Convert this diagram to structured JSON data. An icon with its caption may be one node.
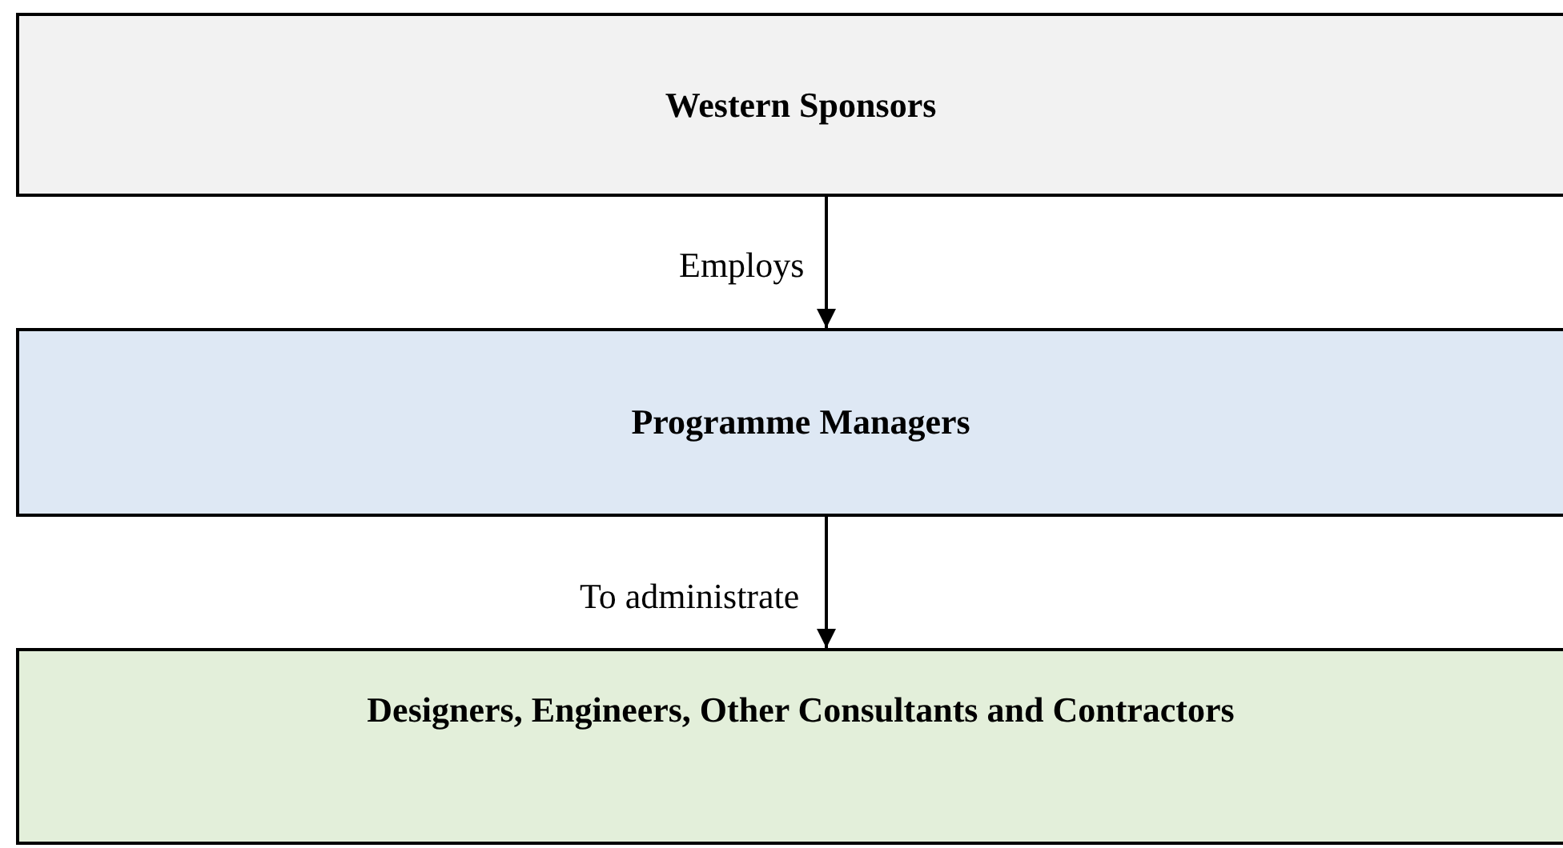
{
  "diagram": {
    "nodes": [
      {
        "text": [
          "Western Sponsors"
        ]
      },
      {
        "text": [
          "Programme Managers"
        ]
      },
      {
        "text": [
          "Designers, Engineers, Other Consultants and Contractors"
        ]
      }
    ],
    "edges": [
      {
        "from": 0,
        "to": 1,
        "arrow": "to",
        "label": "Employs"
      },
      {
        "from": 1,
        "to": 2,
        "arrow": "to",
        "label": "To administrate"
      }
    ]
  }
}
